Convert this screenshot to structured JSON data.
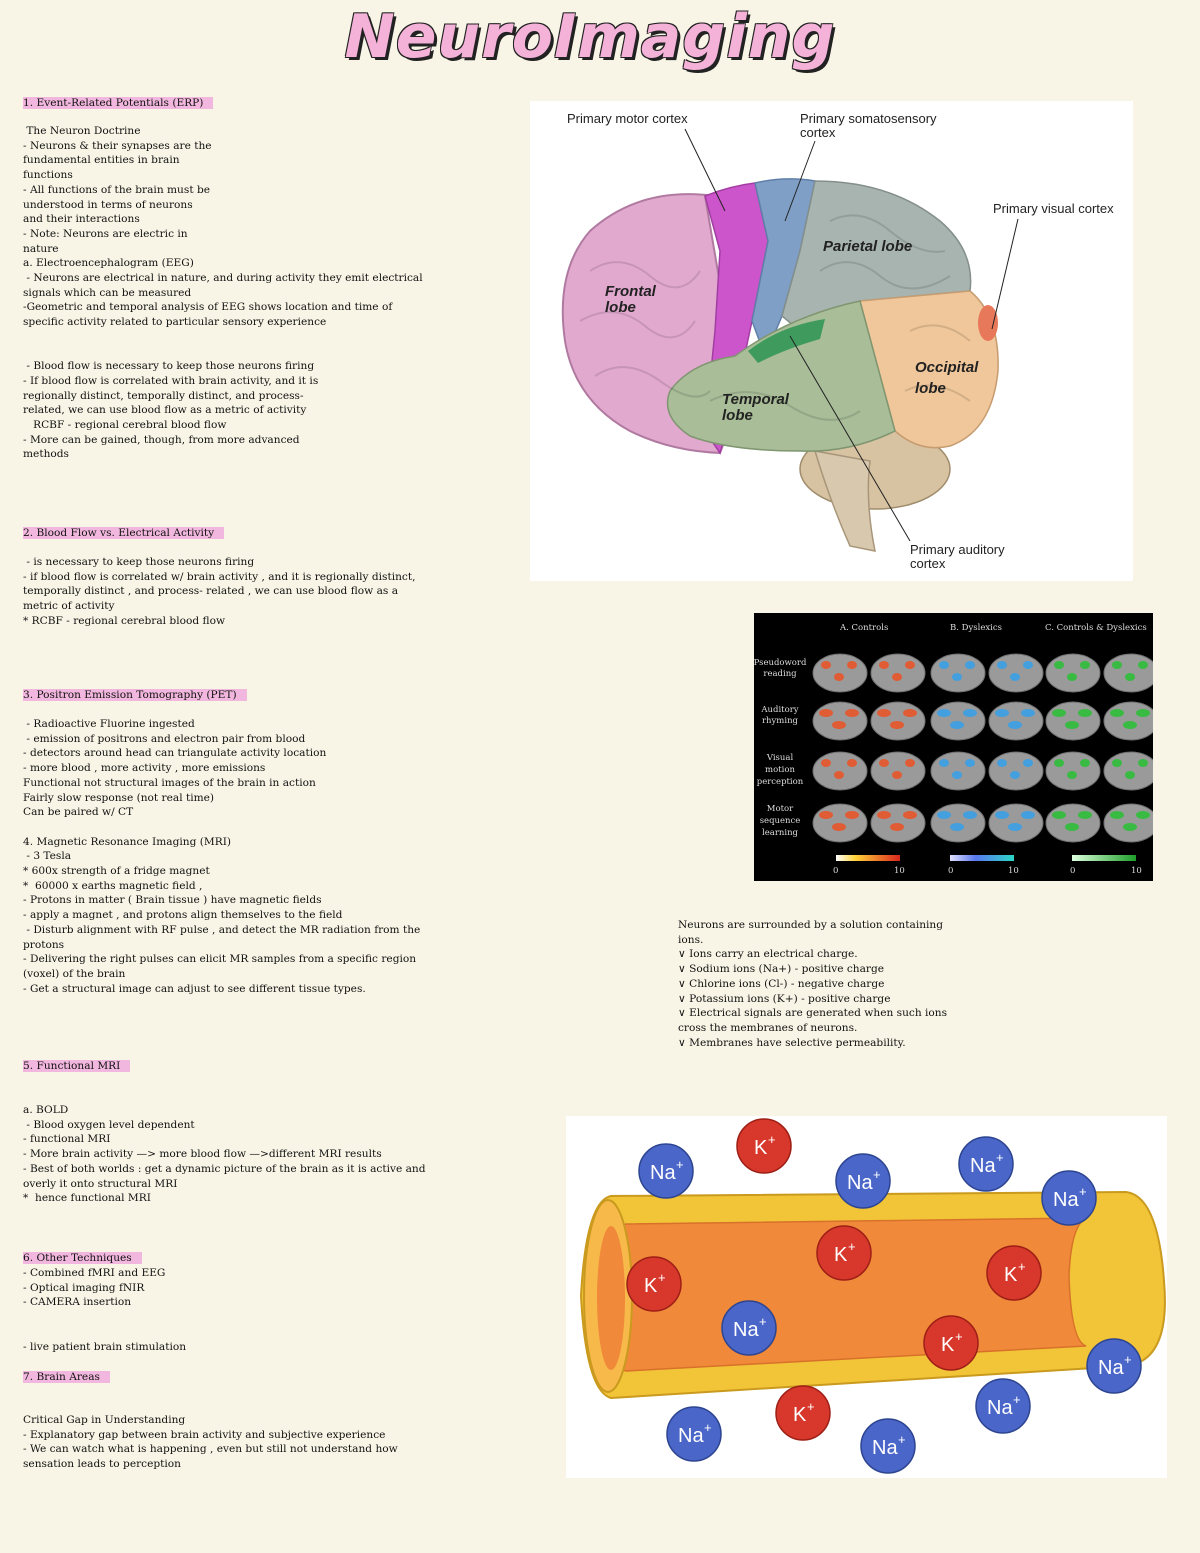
{
  "title": "NeuroImaging",
  "sections": {
    "s1_heading": "1. Event-Related Potentials (ERP)",
    "s1_body": " The Neuron Doctrine\n- Neurons & their synapses are the\nfundamental entities in brain\nfunctions\n- All functions of the brain must be\nunderstood in terms of neurons\nand their interactions\n- Note: Neurons are electric in\nnature\na. Electroencephalogram (EEG)\n - Neurons are electrical in nature, and during activity they emit electrical\nsignals which can be measured\n-Geometric and temporal analysis of EEG shows location and time of\nspecific activity related to particular sensory experience\n\n\n - Blood flow is necessary to keep those neurons firing\n- If blood flow is correlated with brain activity, and it is\nregionally distinct, temporally distinct, and process-\nrelated, we can use blood flow as a metric of activity\n   RCBF - regional cerebral blood flow\n- More can be gained, though, from more advanced\nmethods",
    "s2_heading": "2. Blood Flow vs. Electrical Activity",
    "s2_body": " - is necessary to keep those neurons firing\n- if blood flow is correlated w/ brain activity , and it is regionally distinct,\ntemporally distinct , and process- related , we can use blood flow as a\nmetric of activity\n* RCBF - regional cerebral blood flow",
    "s3_heading": "3. Positron Emission Tomography (PET)",
    "s3_body": " - Radioactive Fluorine ingested\n - emission of positrons and electron pair from blood\n- detectors around head can triangulate activity location\n- more blood , more activity , more emissions\nFunctional not structural images of the brain in action\nFairly slow response (not real time)\nCan be paired w/ CT\n\n4. Magnetic Resonance Imaging (MRI)\n - 3 Tesla\n* 600x strength of a fridge magnet\n*  60000 x earths magnetic field ,\n- Protons in matter ( Brain tissue ) have magnetic fields\n- apply a magnet , and protons align themselves to the field\n - Disturb alignment with RF pulse , and detect the MR radiation from the\nprotons\n- Delivering the right pulses can elicit MR samples from a specific region\n(voxel) of the brain\n- Get a structural image can adjust to see different tissue types.",
    "s5_heading": "5. Functional MRI",
    "s5_body": "a. BOLD\n - Blood oxygen level dependent\n- functional MRI\n- More brain activity —> more blood flow —>different MRI results\n- Best of both worlds : get a dynamic picture of the brain as it is active and\noverly it onto structural MRI\n*  hence functional MRI",
    "s6_heading": "6. Other Techniques",
    "s6_body": "- Combined fMRI and EEG\n- Optical imaging fNIR\n- CAMERA insertion\n\n\n- live patient brain stimulation",
    "s7_heading": "7. Brain Areas",
    "s7_body": "Critical Gap in Understanding\n- Explanatory gap between brain activity and subjective experience\n- We can watch what is happening , even but still not understand how\nsensation leads to perception",
    "ions_note": "Neurons are surrounded by a solution containing\nions.\n∨ Ions carry an electrical charge.\n∨ Sodium ions (Na+) - positive charge\n∨ Chlorine ions (Cl-) - negative charge\n∨ Potassium ions (K+) - positive charge\n∨ Electrical signals are generated when such ions\ncross the membranes of neurons.\n∨ Membranes have selective permeability."
  },
  "brain_diagram": {
    "labels": {
      "motor": "Primary motor cortex",
      "somato_1": "Primary somatosensory",
      "somato_2": "cortex",
      "visual": "Primary visual cortex",
      "auditory_1": "Primary auditory",
      "auditory_2": "cortex"
    },
    "lobes": {
      "frontal_1": "Frontal",
      "frontal_2": "lobe",
      "parietal": "Parietal lobe",
      "temporal_1": "Temporal",
      "temporal_2": "lobe",
      "occipital_1": "Occipital",
      "occipital_2": "lobe"
    },
    "colors": {
      "frontal": "#e2a9cf",
      "motor": "#cc55cc",
      "somato": "#7f9fc6",
      "parietal": "#a8b4b0",
      "occipital": "#f0c79a",
      "temporal": "#a8bd98",
      "auditory": "#3f9a5d",
      "visual": "#e8785a",
      "cerebellum": "#d7c3a2"
    }
  },
  "fmri": {
    "columns": [
      "A. Controls",
      "B. Dyslexics",
      "C. Controls & Dyslexics"
    ],
    "rows": [
      [
        "Pseudoword",
        "reading"
      ],
      [
        "Auditory",
        "rhyming"
      ],
      [
        "Visual",
        "motion",
        "perception"
      ],
      [
        "Motor",
        "sequence",
        "learning"
      ]
    ],
    "scales": [
      [
        "0",
        "10"
      ],
      [
        "0",
        "10"
      ],
      [
        "0",
        "10"
      ]
    ],
    "colors": {
      "controls": "#e8552a",
      "dyslexics": "#3aa0e6",
      "both": "#2fbf3a"
    }
  },
  "ions": {
    "na_label": "Na",
    "k_label": "K",
    "charge": "+",
    "colors": {
      "na": "#4a66c8",
      "k": "#d8382c",
      "axon_outer": "#f2c437",
      "axon_inner": "#f1893a"
    }
  }
}
